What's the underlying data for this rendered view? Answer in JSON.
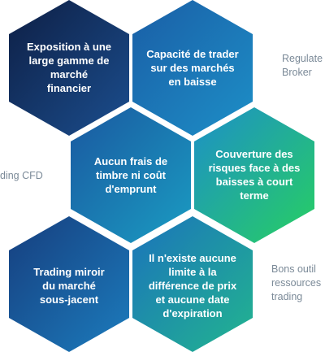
{
  "hexagons": [
    {
      "text": "Exposition à une\nlarge gamme de\nmarché\nfinancier"
    },
    {
      "text": "Capacité de trader\nsur des marchés\nen baisse"
    },
    {
      "text": "Aucun frais de\ntimbre ni coût\nd'emprunt"
    },
    {
      "text": "Couverture des\nrisques face à des\nbaisses à court\nterme"
    },
    {
      "text": "Trading miroir\ndu marché\nsous-jacent"
    },
    {
      "text": "Il n'existe aucune\nlimite à la\ndifférence de prix\net aucune date\nd'expiration"
    }
  ],
  "side_labels": {
    "right_top": "Regulate\nBroker",
    "left_middle": "ding CFD",
    "right_bottom": "Bons outil\nressources\ntrading"
  },
  "colors": {
    "hex_dark": "#12264f",
    "hex_blue": "#1a63a9",
    "hex_cyan": "#1d94c8",
    "hex_green": "#25c56c",
    "side_text": "#7b8a98"
  }
}
